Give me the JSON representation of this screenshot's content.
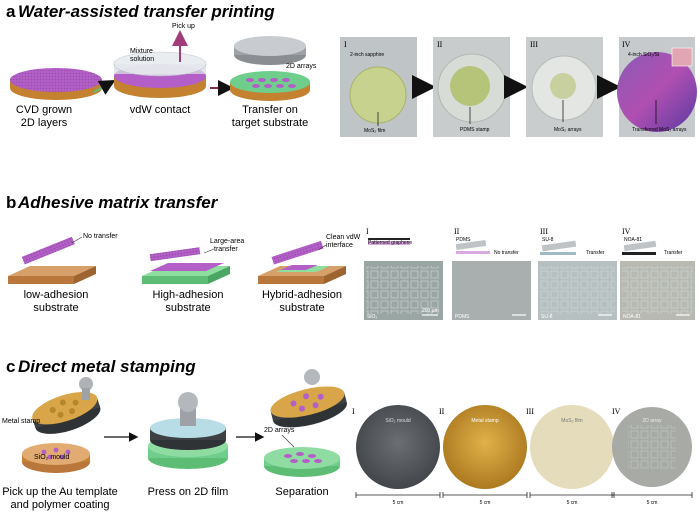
{
  "panel_a": {
    "letter": "a",
    "title": "Water-assisted transfer printing",
    "captions": {
      "cvd": [
        "CVD grown",
        "2D layers"
      ],
      "vdw": "vdW contact",
      "transfer": [
        "Transfer on",
        "target substrate"
      ]
    },
    "labels": {
      "mixture": [
        "Mixture",
        "solution"
      ],
      "pickup": "Pick up",
      "arrays": "2D arrays"
    },
    "photos": [
      {
        "roman": "I",
        "corner": "2-inch sapphire",
        "note": "MoS₂ film"
      },
      {
        "roman": "II",
        "corner": "",
        "note": "PDMS stamp"
      },
      {
        "roman": "III",
        "corner": "",
        "note": "MoS₂ arrays"
      },
      {
        "roman": "IV",
        "corner": "4-inch SiO₂/Si",
        "note": "Transferred MoS₂ arrays"
      }
    ]
  },
  "panel_b": {
    "letter": "b",
    "title": "Adhesive matrix transfer",
    "captions": [
      [
        "low-adhesion",
        "substrate"
      ],
      [
        "High-adhesion",
        "substrate"
      ],
      [
        "Hybrid-adhesion",
        "substrate"
      ]
    ],
    "labels": {
      "no_transfer": "No transfer",
      "large_area": [
        "Large-area",
        "transfer"
      ],
      "clean_vdw": [
        "Clean vdW",
        "interface"
      ]
    },
    "photos": [
      {
        "roman": "I",
        "top": "Patterned graphene",
        "right": "",
        "bottom": "SiO₂",
        "scale": "200 μm"
      },
      {
        "roman": "II",
        "top": "PDMS",
        "right": "No transfer",
        "bottom": "PDMS",
        "scale": ""
      },
      {
        "roman": "III",
        "top": "SU-8",
        "right": "Transfer",
        "bottom": "SU-8",
        "scale": ""
      },
      {
        "roman": "IV",
        "top": "NOA-81",
        "right": "Transfer",
        "bottom": "NOA-81",
        "scale": ""
      }
    ]
  },
  "panel_c": {
    "letter": "c",
    "title": "Direct metal stamping",
    "captions": {
      "pick": [
        "Pick up the Au template",
        "and polymer coating"
      ],
      "press": "Press on 2D film",
      "separation": "Separation"
    },
    "labels": {
      "metal_stamp": "Metal stamp",
      "sio2_mould": "SiO₂ mould",
      "arrays": "2D arrays"
    },
    "photos": [
      {
        "roman": "I",
        "label": "SiO₂ mould",
        "scale": "5 cm"
      },
      {
        "roman": "II",
        "label": "Metal stamp",
        "scale": "5 cm"
      },
      {
        "roman": "III",
        "label": "MoS₂ film",
        "scale": "5 cm"
      },
      {
        "roman": "IV",
        "label": "2D array",
        "scale": "5 cm"
      }
    ]
  },
  "colors": {
    "purple": "#b35fc7",
    "orange": "#d4904a",
    "green": "#6fce8c",
    "wafer_blue": "#cfe3ec",
    "gold": "#c9962a"
  }
}
